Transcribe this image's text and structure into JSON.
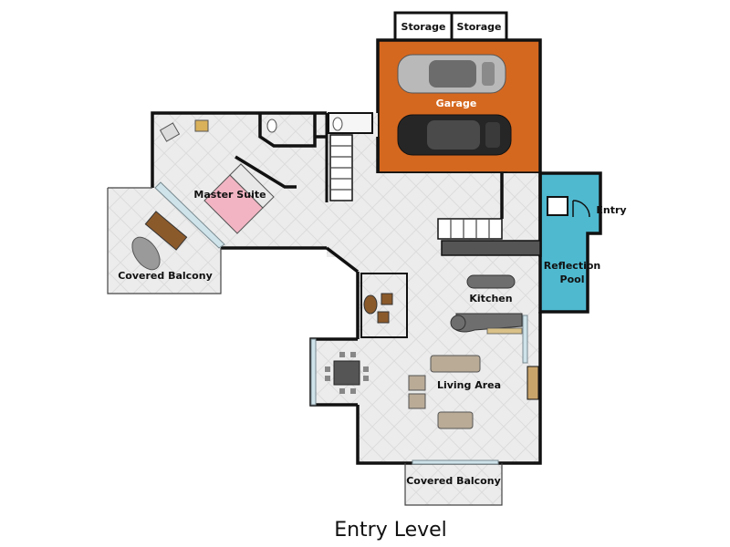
{
  "plan": {
    "title": "Entry Level",
    "rooms": {
      "storage_1": "Storage",
      "storage_2": "Storage",
      "garage": "Garage",
      "entry": "Entry",
      "master_suite": "Master Suite",
      "covered_balcony_left": "Covered Balcony",
      "reflection_pool_line1": "Reflection",
      "reflection_pool_line2": "Pool",
      "kitchen": "Kitchen",
      "living_area": "Living Area",
      "covered_balcony_bottom": "Covered Balcony"
    }
  },
  "colors": {
    "garage_floor": "#d5681f",
    "pool": "#4fb9d0",
    "floor": "#ebebeb",
    "wall": "#111111",
    "bed": "#f2b4c3",
    "sofa": "#b9ab96"
  }
}
